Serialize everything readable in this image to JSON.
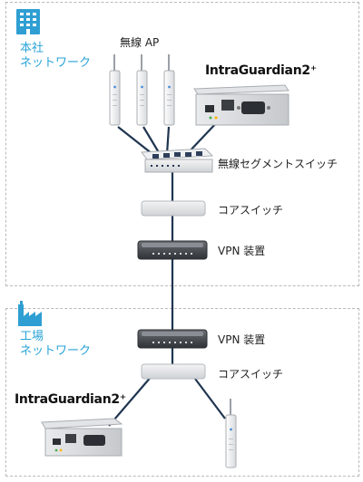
{
  "hq": {
    "label_line1": "本社",
    "label_line2": "ネットワーク",
    "ap_label": "無線 AP",
    "guardian_label": "IntraGuardian2⁺",
    "wireless_switch_label": "無線セグメントスイッチ",
    "core_switch_label": "コアスイッチ",
    "vpn_label": "VPN 装置"
  },
  "factory": {
    "label_line1": "工場",
    "label_line2": "ネットワーク",
    "vpn_label": "VPN 装置",
    "core_switch_label": "コアスイッチ",
    "guardian_label": "IntraGuardian2⁺"
  },
  "colors": {
    "zone_label": "#29a3d6",
    "cable": "#1f3550",
    "zone_border": "#b9b9b9"
  },
  "icons": [
    "office-building-icon",
    "factory-icon"
  ]
}
